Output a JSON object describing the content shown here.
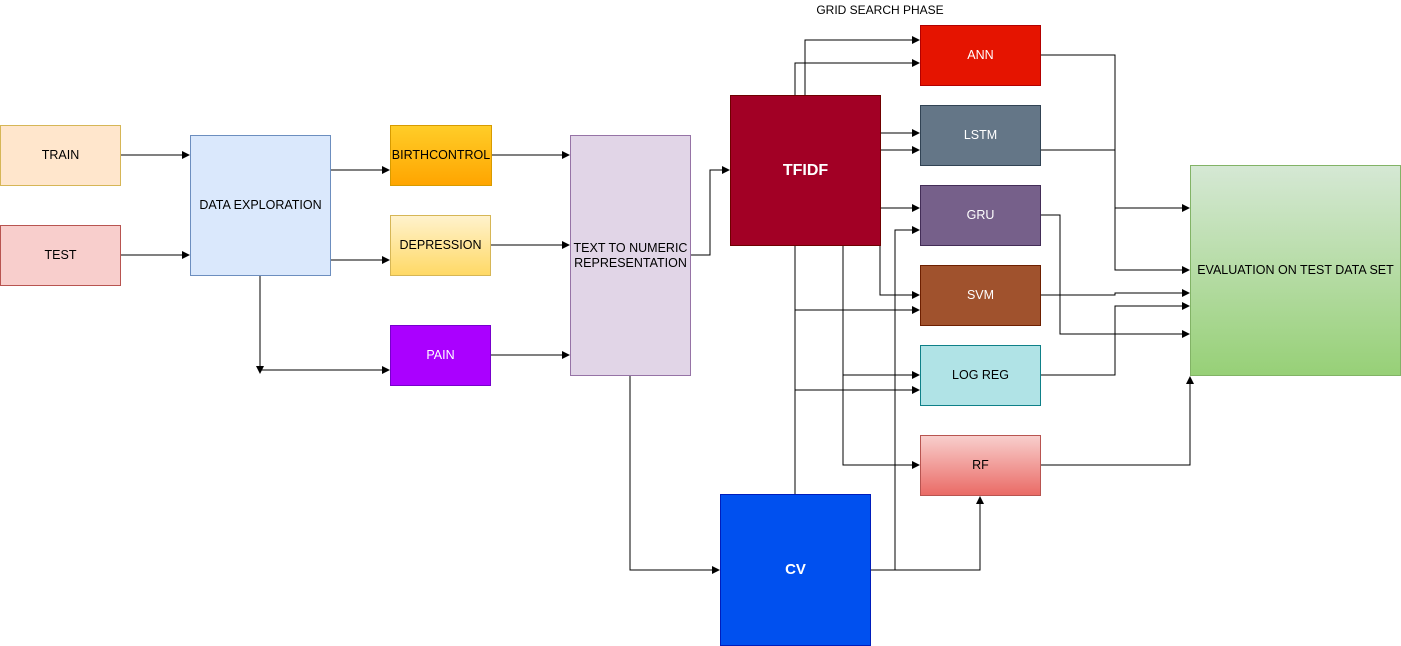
{
  "diagram": {
    "phase_title": "GRID SEARCH PHASE",
    "nodes": {
      "train": "TRAIN",
      "test": "TEST",
      "data_exploration": "DATA EXPLORATION",
      "birthcontrol": "BIRTHCONTROL",
      "depression": "DEPRESSION",
      "pain": "PAIN",
      "text_to_numeric": "TEXT TO NUMERIC REPRESENTATION",
      "tfidf": "TFIDF",
      "cv": "CV",
      "ann": "ANN",
      "lstm": "LSTM",
      "gru": "GRU",
      "svm": "SVM",
      "log_reg": "LOG REG",
      "rf": "RF",
      "evaluation": "EVALUATION ON TEST DATA SET"
    },
    "colors": {
      "train": "#ffe6cc",
      "test": "#f8cecc",
      "data_exploration": "#dae8fc",
      "birthcontrol": "#ffa500",
      "depression": "#ffd966",
      "pain": "#aa00ff",
      "text_to_numeric": "#e1d5e7",
      "tfidf": "#a20025",
      "cv": "#0050ef",
      "ann": "#e51400",
      "lstm": "#647687",
      "gru": "#76608a",
      "svm": "#a0522d",
      "log_reg": "#b0e3e6",
      "rf": "#ea6b66",
      "evaluation": "#97d077"
    }
  }
}
